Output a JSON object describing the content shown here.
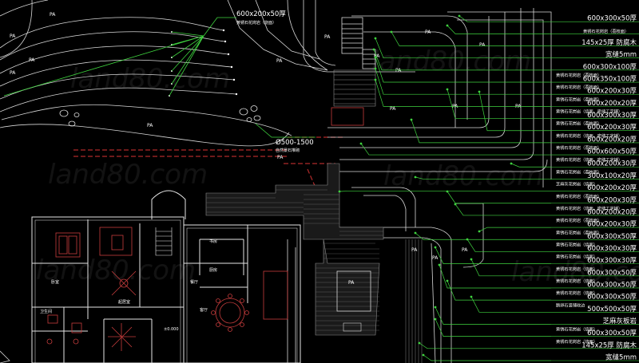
{
  "colors": {
    "background": "#000000",
    "leader_green": "#3fd43f",
    "walls_white": "#e6e6e6",
    "paving_grey": "#8a8a8a",
    "curb_red": "#b02a2a",
    "building_red": "#c63c3c",
    "text_white": "#ffffff",
    "watermark": "#ffffff"
  },
  "watermarks": [
    "land80.com",
    "land80.com",
    "land80.com",
    "land80.com",
    "land80.com",
    "land80.com"
  ],
  "pa_labels": [
    "PA",
    "PA",
    "PA",
    "PA",
    "PA",
    "PA",
    "PA",
    "PA",
    "PA",
    "PA",
    "PA",
    "PA",
    "PA",
    "PA",
    "PA",
    "PA",
    "PA",
    "PA",
    "PA"
  ],
  "top_callout": "600x200x50厚",
  "top_callout_note": "黄锈石花岗岩（烧面）",
  "boulder_size": "Ø500-1500",
  "boulder_note": "自然景石堆砌",
  "plan_note_size": "±0.000",
  "room_labels": [
    "卧室",
    "起居室",
    "餐厅",
    "客厅",
    "厨房",
    "书房",
    "卫生间"
  ],
  "legend": [
    {
      "note": "",
      "size": "600x300x50厚"
    },
    {
      "note": "黄锈石花岗岩（荔枝面）",
      "size": ""
    },
    {
      "note": "",
      "size": "145x25厚  防腐木"
    },
    {
      "note": "",
      "size": "宽缝5mm"
    },
    {
      "note": "",
      "size": "600x300x100厚"
    },
    {
      "note": "黄锈石花岗岩（荔枝面）",
      "size": "600x350x100厚"
    },
    {
      "note": "黄锈石花岗岩（荔枝面）",
      "size": "600x200x30厚"
    },
    {
      "note": "黄锈石花岗岩（荔枝面）",
      "size": "600x200x20厚"
    },
    {
      "note": "黄锈石花岗岩（烧面，密缝工字铺）",
      "size": "600x300x30厚"
    },
    {
      "note": "黄锈石花岗岩（荔枝面）",
      "size": "600x200x30厚"
    },
    {
      "note": "黄锈石花岗岩（烧面，密缝工字铺）",
      "size": "600x200x20厚"
    },
    {
      "note": "黄锈石花岗岩（荔枝面）",
      "size": "600x600x50厚"
    },
    {
      "note": "黄锈石花岗岩（烧面，密缝工字铺）",
      "size": "600x200x30厚"
    },
    {
      "note": "黄锈石花岗岩（荔枝面）",
      "size": "300x100x20厚"
    },
    {
      "note": "芝麻灰花岗岩（烧面）",
      "size": "600x200x20厚"
    },
    {
      "note": "黄锈石花岗岩（荔枝面）",
      "size": "600x200x30厚"
    },
    {
      "note": "黄锈石花岗岩（烧面，密缝工字铺）",
      "size": "600x200x20厚"
    },
    {
      "note": "黄锈石花岗岩（荔枝面）",
      "size": "600x200x30厚"
    },
    {
      "note": "黄锈石花岗岩（荔枝面）",
      "size": "600x300x50厚"
    },
    {
      "note": "黄锈石花岗岩（烧面）",
      "size": "600x300x30厚"
    },
    {
      "note": "黄锈石花岗岩（烧面）",
      "size": "600x300x30厚"
    },
    {
      "note": "黄锈石花岗岩（烧面）",
      "size": "600x300x50厚"
    },
    {
      "note": "黄锈石花岗岩（烧面）",
      "size": "600x300x50厚"
    },
    {
      "note": "黄锈石花岗岩（烧面）",
      "size": "600x300x50厚"
    },
    {
      "note": "鹅卵石竖铺收边",
      "size": "500x500x50厚"
    },
    {
      "note": "",
      "size": "芝麻灰板岩"
    },
    {
      "note": "黄锈石花岗岩（烧面）",
      "size": "600x300x50厚"
    },
    {
      "note": "黄锈石花岗岩（烧面）",
      "size": "145x25厚  防腐木"
    },
    {
      "note": "",
      "size": "宽缝5mm"
    }
  ]
}
